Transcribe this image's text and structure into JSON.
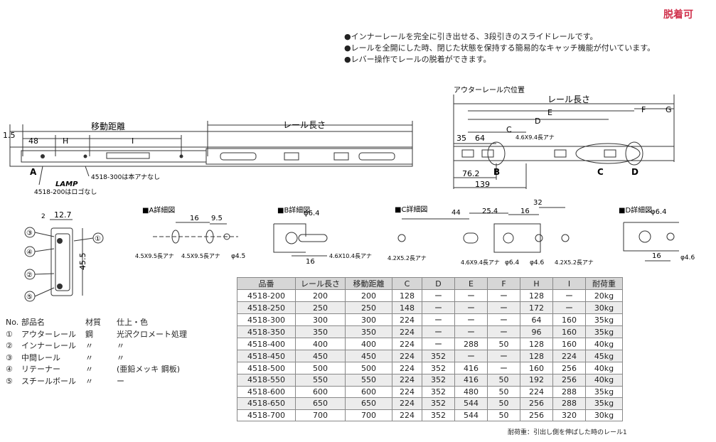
{
  "badge": "脱着可",
  "bullets": [
    "●インナーレールを完全に引き出せる、3段引きのスライドレールです。",
    "●レールを全開にした時、閉じた状態を保持する簡易的なキャッチ機能が付いています。",
    "●レバー操作でレールの脱着ができます。"
  ],
  "left_drawing": {
    "dim_15": "1.5",
    "dim_48": "48",
    "dim_H": "H",
    "dim_I": "I",
    "travel_label": "移動距離",
    "rail_length_label": "レール長さ",
    "point_A": "A",
    "lamp_logo": "LAMP",
    "note_300": "4518-300は本アナなし",
    "note_200": "4518-200はロゴなし"
  },
  "right_drawing": {
    "hole_pos_label": "アウターレール穴位置",
    "rail_length_label": "レール長さ",
    "dim_E": "E",
    "dim_F": "F",
    "dim_G": "G",
    "dim_D": "D",
    "dim_C": "C",
    "dim_35": "35",
    "dim_64": "64",
    "hole_note": "4.6X9.4長アナ",
    "dim_762": "76.2",
    "dim_139": "139",
    "point_B": "B",
    "point_C": "C",
    "point_D": "D"
  },
  "cross_section": {
    "dim_127": "12.7",
    "dim_455": "45.5",
    "tri_label": "2",
    "callouts": [
      "①",
      "②",
      "③",
      "④",
      "⑤"
    ]
  },
  "details": {
    "A": {
      "title": "■A詳細図",
      "dim_16": "16",
      "dim_95": "9.5",
      "hole1": "4.5X9.5長アナ",
      "hole2": "4.5X9.5長アナ",
      "hole3": "φ4.5"
    },
    "B": {
      "title": "■B詳細図",
      "dim_phi": "φ6.4",
      "dim_16": "16",
      "hole": "4.6X10.4長アナ"
    },
    "C": {
      "title": "■C詳細図",
      "dim_44": "44",
      "dim_254": "25.4",
      "dim_16": "16",
      "dim_32": "32",
      "hole1": "4.2X5.2長アナ",
      "hole2": "4.6X9.4長アナ",
      "hole3": "φ6.4",
      "hole4": "φ4.6",
      "hole5": "4.2X5.2長アナ"
    },
    "D": {
      "title": "■D詳細図",
      "dim_phi": "φ6.4",
      "dim_16": "16",
      "hole": "φ4.6"
    }
  },
  "parts": {
    "headers": [
      "No.",
      "部品名",
      "材質",
      "仕上・色"
    ],
    "rows": [
      [
        "①",
        "アウターレール",
        "鋼",
        "光沢クロメート処理"
      ],
      [
        "②",
        "インナーレール",
        "〃",
        "〃"
      ],
      [
        "③",
        "中間レール",
        "〃",
        "〃"
      ],
      [
        "④",
        "リテーナー",
        "〃",
        "(亜鉛メッキ 鋼板)"
      ],
      [
        "⑤",
        "スチールボール",
        "〃",
        "ー"
      ]
    ]
  },
  "spec_table": {
    "headers": [
      "品番",
      "レール長さ",
      "移動距離",
      "C",
      "D",
      "E",
      "F",
      "H",
      "I",
      "耐荷重"
    ],
    "rows": [
      [
        "4518-200",
        "200",
        "200",
        "128",
        "ー",
        "ー",
        "ー",
        "128",
        "ー",
        "20kg"
      ],
      [
        "4518-250",
        "250",
        "250",
        "148",
        "ー",
        "ー",
        "ー",
        "172",
        "ー",
        "30kg"
      ],
      [
        "4518-300",
        "300",
        "300",
        "224",
        "ー",
        "ー",
        "ー",
        "64",
        "160",
        "35kg"
      ],
      [
        "4518-350",
        "350",
        "350",
        "224",
        "ー",
        "ー",
        "ー",
        "96",
        "160",
        "35kg"
      ],
      [
        "4518-400",
        "400",
        "400",
        "224",
        "ー",
        "288",
        "50",
        "128",
        "160",
        "40kg"
      ],
      [
        "4518-450",
        "450",
        "450",
        "224",
        "352",
        "ー",
        "ー",
        "128",
        "224",
        "45kg"
      ],
      [
        "4518-500",
        "500",
        "500",
        "224",
        "352",
        "416",
        "ー",
        "160",
        "256",
        "40kg"
      ],
      [
        "4518-550",
        "550",
        "550",
        "224",
        "352",
        "416",
        "50",
        "192",
        "256",
        "40kg"
      ],
      [
        "4518-600",
        "600",
        "600",
        "224",
        "352",
        "480",
        "50",
        "224",
        "288",
        "35kg"
      ],
      [
        "4518-650",
        "650",
        "650",
        "224",
        "352",
        "544",
        "50",
        "256",
        "288",
        "35kg"
      ],
      [
        "4518-700",
        "700",
        "700",
        "224",
        "352",
        "544",
        "50",
        "256",
        "320",
        "30kg"
      ]
    ],
    "footnote": "耐荷重：引出し側を伸ばした時のレール1"
  }
}
